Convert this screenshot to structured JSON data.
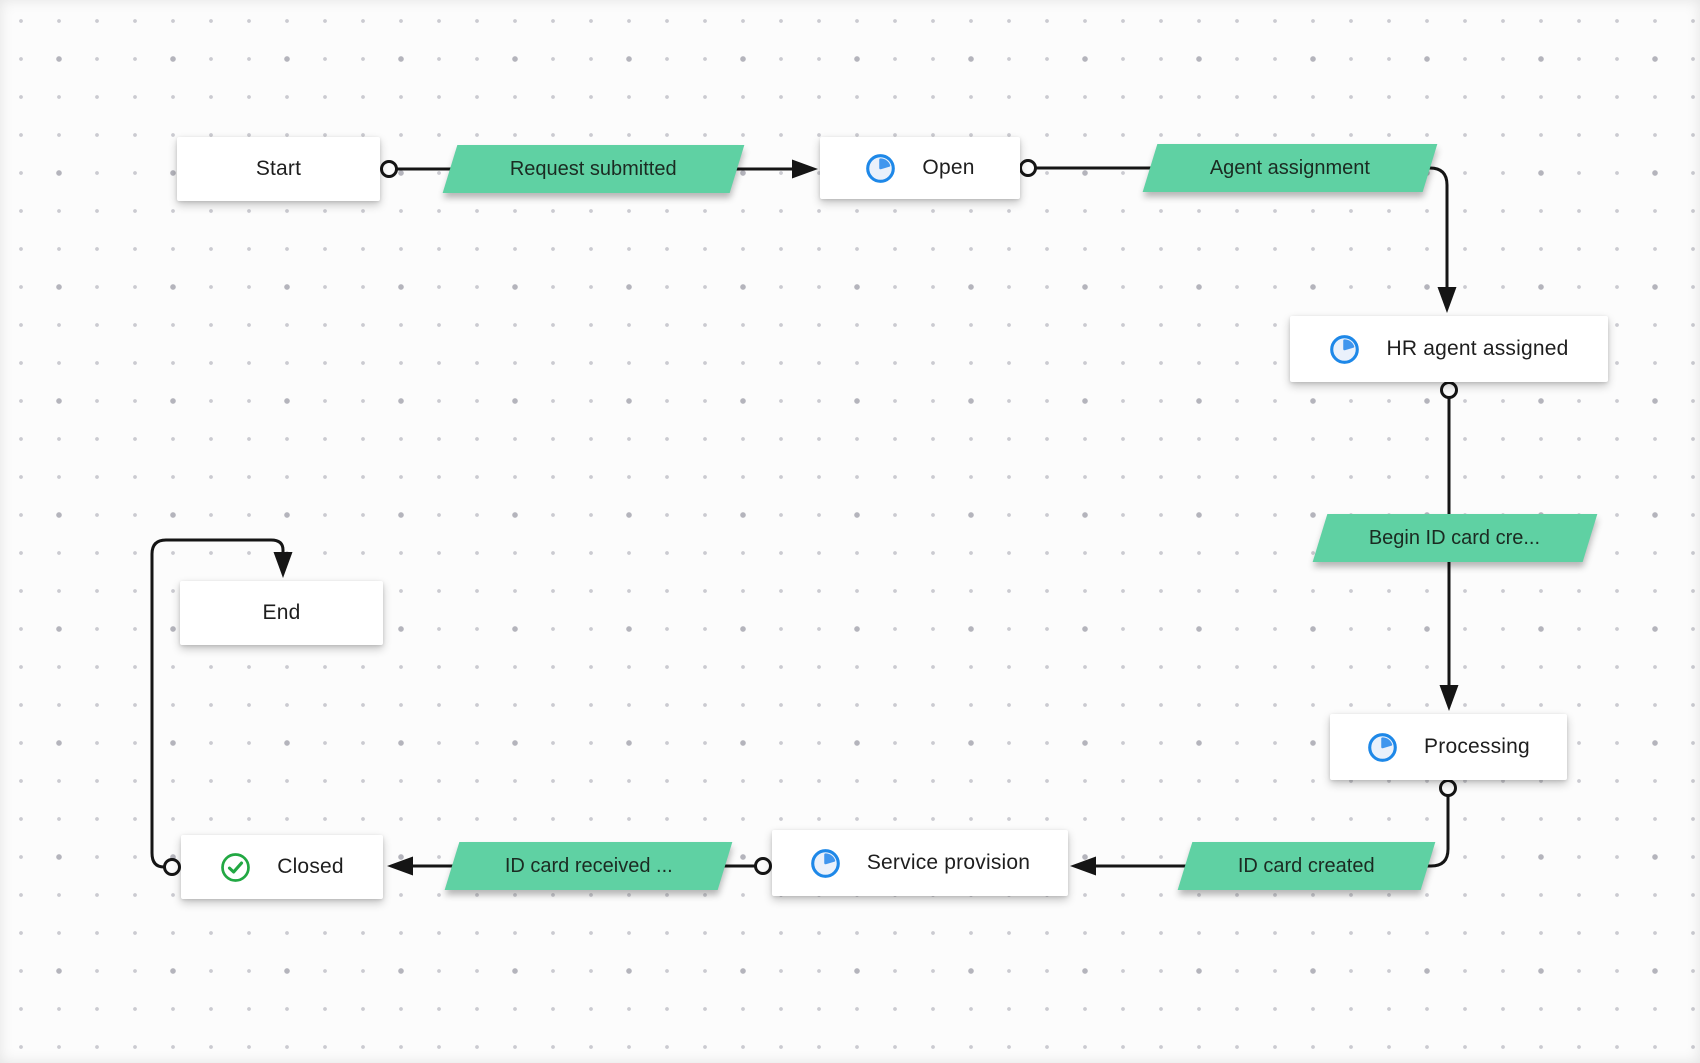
{
  "diagram": {
    "nodes": {
      "start": {
        "label": "Start",
        "kind": "start"
      },
      "open": {
        "label": "Open",
        "kind": "state",
        "icon": "in-progress"
      },
      "hr_agent_assigned": {
        "label": "HR agent assigned",
        "kind": "state",
        "icon": "in-progress"
      },
      "processing": {
        "label": "Processing",
        "kind": "state",
        "icon": "in-progress"
      },
      "service_provision": {
        "label": "Service provision",
        "kind": "state",
        "icon": "in-progress"
      },
      "closed": {
        "label": "Closed",
        "kind": "state",
        "icon": "check"
      },
      "end": {
        "label": "End",
        "kind": "end"
      }
    },
    "transitions": {
      "request_submitted": {
        "label": "Request submitted",
        "from": "start",
        "to": "open"
      },
      "agent_assignment": {
        "label": "Agent assignment",
        "from": "open",
        "to": "hr_agent_assigned"
      },
      "begin_id_card_creation": {
        "label": "Begin ID card cre...",
        "from": "hr_agent_assigned",
        "to": "processing"
      },
      "id_card_created": {
        "label": "ID card created",
        "from": "processing",
        "to": "service_provision"
      },
      "id_card_received": {
        "label": "ID card received ...",
        "from": "service_provision",
        "to": "closed"
      },
      "close_flow": {
        "label": "",
        "from": "closed",
        "to": "end"
      }
    },
    "colors": {
      "transition_fill": "#5fd1a3",
      "in_progress_icon_blue": "#1e88e8",
      "in_progress_icon_fill": "#eaf1fb",
      "check_icon_green": "#22a843",
      "connector_black": "#151515",
      "canvas_background": "#fcfcfc",
      "grid_dot_gray": "#c9c9cf"
    }
  }
}
